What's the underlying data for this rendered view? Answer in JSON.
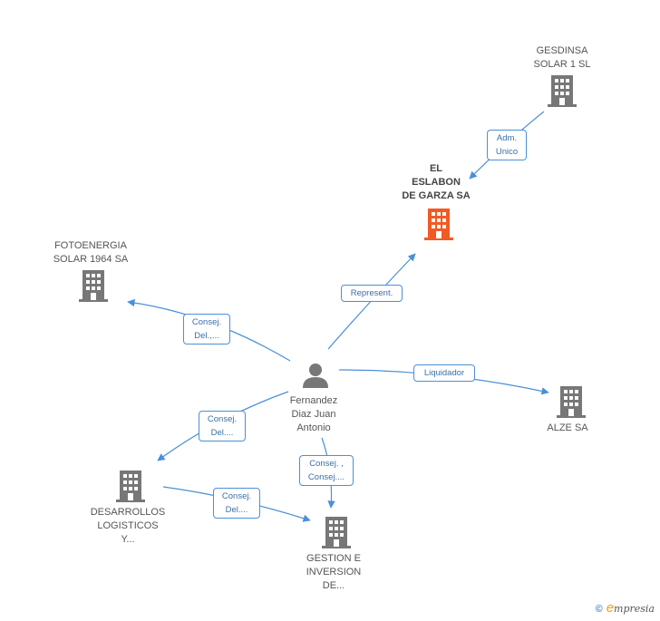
{
  "nodes": {
    "gesdinsa": {
      "label": "GESDINSA\nSOLAR 1  SL",
      "icon": "building-icon",
      "color": "#777777"
    },
    "eslabon": {
      "label": "EL\nESLABON\nDE GARZA SA",
      "icon": "building-icon",
      "color": "#f15a24"
    },
    "fotoenergia": {
      "label": "FOTOENERGIA\nSOLAR 1964 SA",
      "icon": "building-icon",
      "color": "#777777"
    },
    "person": {
      "label": "Fernandez\nDiaz Juan\nAntonio",
      "icon": "person-icon",
      "color": "#777777"
    },
    "alze": {
      "label": "ALZE SA",
      "icon": "building-icon",
      "color": "#777777"
    },
    "desarrollos": {
      "label": "DESARROLLOS\nLOGISTICOS\nY...",
      "icon": "building-icon",
      "color": "#777777"
    },
    "gestion": {
      "label": "GESTION E\nINVERSION\nDE...",
      "icon": "building-icon",
      "color": "#777777"
    }
  },
  "edges": {
    "adm_unico": "Adm.\nUnico",
    "represent": "Represent.",
    "consej_foto": "Consej.\nDel.,...",
    "liquidador": "Liquidador",
    "consej_desa": "Consej.\nDel....",
    "consej_gest": "Consej. ,\nConsej....",
    "consej_desa_gest": "Consej.\nDel...."
  },
  "colors": {
    "edge": "#4a90d9",
    "edge_label_text": "#3a6fa8"
  },
  "footer": {
    "copyright": "©",
    "brand_initial": "e",
    "brand_rest": "mpresia"
  }
}
